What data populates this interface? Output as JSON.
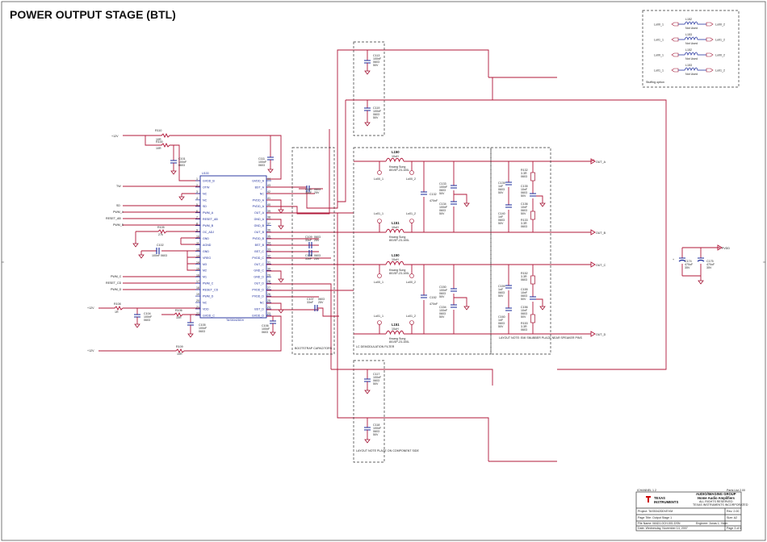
{
  "page": {
    "title": "POWER OUTPUT STAGE (BTL)"
  },
  "ic": {
    "ref": "U100",
    "part": "TAS5342DDV",
    "left_pins": [
      {
        "num": "1",
        "name": "GVDD_B"
      },
      {
        "num": "2",
        "name": "OTW"
      },
      {
        "num": "3",
        "name": "NC"
      },
      {
        "num": "4",
        "name": "NC"
      },
      {
        "num": "5",
        "name": "SD"
      },
      {
        "num": "6",
        "name": "PWM_A"
      },
      {
        "num": "7",
        "name": "RESET_AB"
      },
      {
        "num": "8",
        "name": "PWM_B"
      },
      {
        "num": "9",
        "name": "OC_ADJ"
      },
      {
        "num": "10",
        "name": "GND"
      },
      {
        "num": "11",
        "name": "AGND"
      },
      {
        "num": "12",
        "name": "GND"
      },
      {
        "num": "13",
        "name": "VREG"
      },
      {
        "num": "14",
        "name": "M3"
      },
      {
        "num": "15",
        "name": "M2"
      },
      {
        "num": "16",
        "name": "M1"
      },
      {
        "num": "17",
        "name": "PWM_C"
      },
      {
        "num": "18",
        "name": "RESET_CD"
      },
      {
        "num": "19",
        "name": "PWM_D"
      },
      {
        "num": "20",
        "name": "NC"
      },
      {
        "num": "21",
        "name": "VDD"
      },
      {
        "num": "22",
        "name": "GVDD_C"
      }
    ],
    "right_pins": [
      {
        "num": "44",
        "name": "GVDD_A"
      },
      {
        "num": "43",
        "name": "BST_A"
      },
      {
        "num": "42",
        "name": "NC"
      },
      {
        "num": "41",
        "name": "PVDD_A"
      },
      {
        "num": "40",
        "name": "PVDD_A"
      },
      {
        "num": "39",
        "name": "OUT_A"
      },
      {
        "num": "38",
        "name": "GND_A"
      },
      {
        "num": "37",
        "name": "GND_B"
      },
      {
        "num": "36",
        "name": "OUT_B"
      },
      {
        "num": "35",
        "name": "PVDD_B"
      },
      {
        "num": "34",
        "name": "BST_B"
      },
      {
        "num": "33",
        "name": "BST_C"
      },
      {
        "num": "32",
        "name": "PVDD_C"
      },
      {
        "num": "31",
        "name": "OUT_C"
      },
      {
        "num": "30",
        "name": "GND_C"
      },
      {
        "num": "29",
        "name": "GND_D"
      },
      {
        "num": "28",
        "name": "OUT_D"
      },
      {
        "num": "27",
        "name": "PVDD_D"
      },
      {
        "num": "26",
        "name": "PVDD_D"
      },
      {
        "num": "25",
        "name": "NC"
      },
      {
        "num": "24",
        "name": "BST_D"
      },
      {
        "num": "23",
        "name": "GVDD_D"
      }
    ]
  },
  "nets": {
    "p12v_a": "+12V",
    "p12v_b": "+12V",
    "p12v_c": "+12V",
    "otw": "TW",
    "sd": "SD",
    "pwm_a": "PWM_A",
    "reset_ab": "RESET_AB",
    "pwm_b": "PWM_B",
    "pwm_c": "PWM_C",
    "reset_cd": "RESET_CD",
    "pwm_d": "PWM_D",
    "gnd": "GND",
    "pvdd": "PVDD",
    "out_a": "OUT_A",
    "out_b": "OUT_B",
    "out_c": "OUT_C",
    "out_d": "OUT_D"
  },
  "left_components": {
    "r110": {
      "ref": "R110",
      "value": "10R"
    },
    "r100": {
      "ref": "R100",
      "value": "10R"
    },
    "c101": {
      "ref": "C101",
      "v1": "100nF",
      "v2": "0603"
    },
    "r105": {
      "ref": "R105",
      "value": "27k"
    },
    "c102": {
      "ref": "C102",
      "v1": "100nF",
      "v2": "0603"
    },
    "r108": {
      "ref": "R108",
      "value": "1R"
    },
    "c104": {
      "ref": "C104",
      "v1": "100nF",
      "v2": "0603"
    },
    "r106": {
      "ref": "R106",
      "value": "10R"
    },
    "c105": {
      "ref": "C105",
      "v1": "100nF",
      "v2": "0603"
    },
    "r109": {
      "ref": "R109",
      "value": "10R"
    },
    "c111": {
      "ref": "C111",
      "v1": "100nF",
      "v2": "0603"
    },
    "c106": {
      "ref": "C106",
      "v1": "100nF",
      "v2": "0603"
    }
  },
  "bootstrap": {
    "label": "BOOTSTRAP CAPACITORS",
    "caps": [
      {
        "ref": "C110",
        "v1": "33nF",
        "v2": "0603",
        "v3": "25V"
      },
      {
        "ref": "C109",
        "v1": "33nF",
        "v2": "0603",
        "v3": "25V"
      },
      {
        "ref": "C108",
        "v1": "33nF",
        "v2": "0603",
        "v3": "25V"
      },
      {
        "ref": "C107",
        "v1": "33nF",
        "v2": "0603",
        "v3": "25V"
      }
    ]
  },
  "decoupling": {
    "top_note": "",
    "bottom_note": "LAYOUT NOTE PLACE ON COMPONENT SIDE",
    "caps": [
      {
        "ref": "C113",
        "v1": "100nF",
        "v2": "0603",
        "v3": "50V"
      },
      {
        "ref": "C119",
        "v1": "100nF",
        "v2": "0603",
        "v3": "50V"
      },
      {
        "ref": "C117",
        "v1": "100nF",
        "v2": "0603",
        "v3": "50V"
      },
      {
        "ref": "C118",
        "v1": "100nF",
        "v2": "0603",
        "v3": "50V"
      }
    ]
  },
  "lc_filter": {
    "label": "LC DEMODULATION FILTER",
    "inductors": [
      {
        "ref": "L150",
        "value": "10uH",
        "mfr": "Kwang Sung",
        "part": "801SP-23-100L"
      },
      {
        "ref": "L151",
        "value": "10uH",
        "mfr": "Kwang Sung",
        "part": "801SP-23-100L"
      },
      {
        "ref": "L150",
        "value": "10uH",
        "mfr": "Kwang Sung",
        "part": "801SP-23-100L"
      },
      {
        "ref": "L151",
        "value": "10uH",
        "mfr": "Kwang Sung",
        "part": "801SP-23-100L"
      }
    ],
    "lo_labels": [
      "Lo00_1",
      "Lo00_2",
      "Lo01_1",
      "Lo01_2",
      "Lo00_1",
      "Lo00_2",
      "Lo01_1",
      "Lo01_2"
    ],
    "caps_ab": [
      {
        "ref": "C133",
        "v1": "100nF",
        "v2": "0603",
        "v3": "50V"
      },
      {
        "ref": "C132",
        "v1": "470nF",
        "v2": "",
        "v3": ""
      },
      {
        "ref": "C134",
        "v1": "100nF",
        "v2": "0603",
        "v3": "50V"
      }
    ],
    "caps_cd": [
      {
        "ref": "C150",
        "v1": "100nF",
        "v2": "0603",
        "v3": "50V"
      },
      {
        "ref": "C152",
        "v1": "470nF",
        "v2": "",
        "v3": ""
      },
      {
        "ref": "C154",
        "v1": "100nF",
        "v2": "0603",
        "v3": "50V"
      }
    ]
  },
  "snubber": {
    "label": "LAYOUT NOTE: EMI SNUBBER PLACE NEAR SPEAKER PINS",
    "parts_ab": [
      {
        "ref": "C139",
        "v1": "1nF",
        "v2": "0603",
        "v3": "50V"
      },
      {
        "ref": "R132",
        "v1": "3.3R",
        "v2": "0603",
        "v3": ""
      },
      {
        "ref": "C135",
        "v1": "10nF",
        "v2": "0603",
        "v3": "50V"
      },
      {
        "ref": "C136",
        "v1": "10nF",
        "v2": "0603",
        "v3": "50V"
      },
      {
        "ref": "C140",
        "v1": "1nF",
        "v2": "0603",
        "v3": "50V"
      },
      {
        "ref": "R133",
        "v1": "3.3R",
        "v2": "0603",
        "v3": ""
      }
    ],
    "parts_cd": [
      {
        "ref": "C159",
        "v1": "1nF",
        "v2": "0603",
        "v3": "50V"
      },
      {
        "ref": "R152",
        "v1": "3.3R",
        "v2": "0603",
        "v3": ""
      },
      {
        "ref": "C155",
        "v1": "10nF",
        "v2": "0603",
        "v3": "50V"
      },
      {
        "ref": "C156",
        "v1": "10nF",
        "v2": "0603",
        "v3": "50V"
      },
      {
        "ref": "C160",
        "v1": "1nF",
        "v2": "0603",
        "v3": "50V"
      },
      {
        "ref": "R153",
        "v1": "3.3R",
        "v2": "0603",
        "v3": ""
      }
    ]
  },
  "bulk_caps": [
    {
      "ref": "C174",
      "v1": "470uF",
      "v2": "35V"
    },
    {
      "ref": "C175",
      "v1": "470uF",
      "v2": "35V"
    }
  ],
  "stuffing": {
    "label": "Stuffing option",
    "rows": [
      {
        "left": "Lo00_1",
        "ref": "L152",
        "note": "Not Used",
        "right": "Lo00_2"
      },
      {
        "left": "Lo01_1",
        "ref": "L153",
        "note": "Not Used",
        "right": "Lo01_2"
      },
      {
        "left": "Lo00_1",
        "ref": "L152",
        "note": "Not Used",
        "right": "Lo00_2"
      },
      {
        "left": "Lo01_1",
        "ref": "L153",
        "note": "Not Used",
        "right": "Lo01_2"
      }
    ]
  },
  "title_block": {
    "sheet_ref": "ICHANNEL 1 2",
    "parts_list": "Parts List 2.00",
    "company1": "AUDIO/IMAGING GROUP",
    "company2": "Home Audio Amplifiers",
    "company3": "ALL RIGHTS RESERVED",
    "company4": "TEXAS INSTRUMENTS INCORPORATED",
    "logo_top": "TEXAS",
    "logo_bottom": "INSTRUMENTS",
    "project": "Project:  TAS5342DDVEVM",
    "page_title": "Page Title:  Output Stage 1",
    "file_name": "File Name:  MAD1-0CH-001.DSN",
    "date": "Date:  Wednesday, November 14, 2007",
    "engineer": "Engineer:  Jonas L. Holm",
    "rev": "Rev:  2.00",
    "size": "Size:  A2",
    "page": "Page  3  of  6"
  }
}
